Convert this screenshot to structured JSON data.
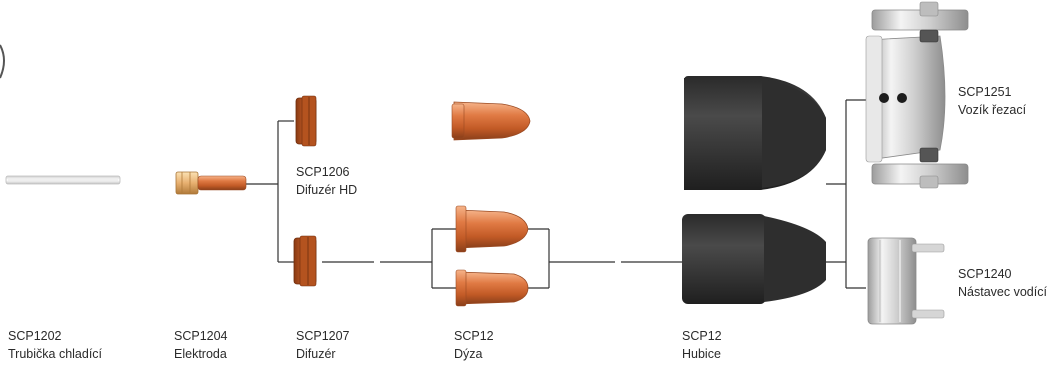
{
  "parts": [
    {
      "id": "cooling-tube",
      "code": "SCP1202",
      "name": "Trubička chladící"
    },
    {
      "id": "electrode",
      "code": "SCP1204",
      "name": "Elektroda"
    },
    {
      "id": "diffuser-hd",
      "code": "SCP1206",
      "name": "Difuzér HD"
    },
    {
      "id": "diffuser",
      "code": "SCP1207",
      "name": "Difuzér"
    },
    {
      "id": "nozzle",
      "code": "SCP12",
      "name": "Dýza"
    },
    {
      "id": "shield-cap",
      "code": "SCP12",
      "name": "Hubice"
    },
    {
      "id": "cutting-carriage",
      "code": "SCP1251",
      "name": "Vozík řezací"
    },
    {
      "id": "guide-attachment",
      "code": "SCP1240",
      "name": "Nástavec vodící"
    }
  ],
  "colors": {
    "copper": "#d2703c",
    "copper_dark": "#8a3f1a",
    "cap_black": "#3a3a3a",
    "chrome": "#d9d9d9",
    "line": "#333333"
  }
}
